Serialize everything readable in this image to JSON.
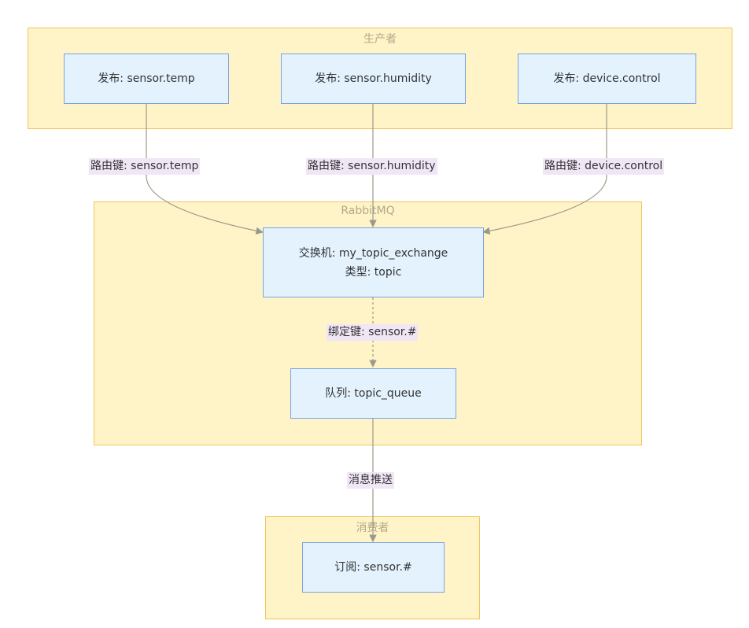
{
  "clusters": {
    "producer": "生产者",
    "rabbitmq": "RabbitMQ",
    "consumer": "消费者"
  },
  "nodes": {
    "publish_temp": "发布: sensor.temp",
    "publish_humidity": "发布: sensor.humidity",
    "publish_control": "发布: device.control",
    "exchange_line1": "交换机: my_topic_exchange",
    "exchange_line2": "类型: topic",
    "queue": "队列: topic_queue",
    "subscribe": "订阅: sensor.#"
  },
  "edges": {
    "route_temp": "路由键: sensor.temp",
    "route_humidity": "路由键: sensor.humidity",
    "route_control": "路由键: device.control",
    "binding": "绑定键: sensor.#",
    "push": "消息推送"
  },
  "colors": {
    "cluster_fill": "#fff4c7",
    "cluster_border": "#f2c55c",
    "node_fill": "#e3f2fd",
    "node_border": "#7aa2e6",
    "edge": "#9a9a8a",
    "label_bg": "#f1e6f6"
  }
}
